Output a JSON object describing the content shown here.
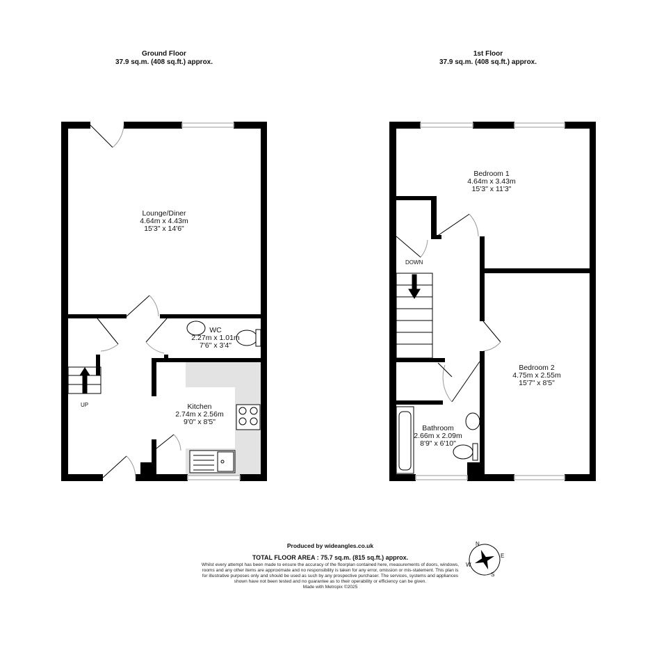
{
  "ground_floor": {
    "title": "Ground Floor",
    "area": "37.9 sq.m. (408 sq.ft.) approx.",
    "rooms": [
      {
        "name": "Lounge/Diner",
        "metric": "4.64m  x 4.43m",
        "imperial": "15'3\"  x 14'6\""
      },
      {
        "name": "WC",
        "metric": "2.27m  x 1.01m",
        "imperial": "7'6\"  x 3'4\""
      },
      {
        "name": "Kitchen",
        "metric": "2.74m  x 2.56m",
        "imperial": "9'0\"  x 8'5\""
      }
    ],
    "stairs_label": "UP"
  },
  "first_floor": {
    "title": "1st Floor",
    "area": "37.9 sq.m. (408 sq.ft.) approx.",
    "rooms": [
      {
        "name": "Bedroom 1",
        "metric": "4.64m  x 3.43m",
        "imperial": "15'3\"  x 11'3\""
      },
      {
        "name": "Bedroom 2",
        "metric": "4.75m  x 2.55m",
        "imperial": "15'7\"  x 8'5\""
      },
      {
        "name": "Bathroom",
        "metric": "2.66m  x 2.09m",
        "imperial": "8'9\"  x 6'10\""
      }
    ],
    "stairs_label": "DOWN"
  },
  "footer": {
    "producer": "Produced by wideangles.co.uk",
    "total": "TOTAL FLOOR AREA : 75.7 sq.m. (815 sq.ft.) approx.",
    "disclaimer": "Whilst every attempt has been made to ensure the accuracy of the floorplan contained here, measurements of doors, windows, rooms and any other items are approximate and no responsibility is taken for any error, omission or mis-statement. This plan is for illustrative purposes only and should be used as such by any prospective purchaser. The services, systems and appliances shown have not been tested and no guarantee as to their operability or efficiency can be given.",
    "made_with": "Made with Metropix ©2025"
  },
  "compass": {
    "n": "N",
    "s": "S",
    "e": "E",
    "w": "W"
  }
}
